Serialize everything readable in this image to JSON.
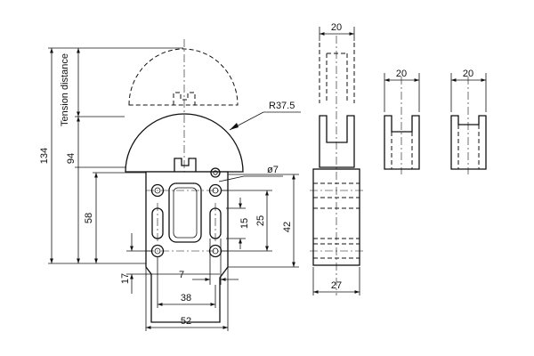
{
  "diagram": {
    "labels": {
      "tension_distance": "Tension distance",
      "radius": "R37.5",
      "hole_diameter": "ø7"
    },
    "dimensions": {
      "overall_height": "134",
      "height_94": "94",
      "height_58": "58",
      "dim_17": "17",
      "dim_7": "7",
      "width_38": "38",
      "width_52": "52",
      "slot_15": "15",
      "dim_25": "25",
      "dim_42": "42",
      "side_width_20": "20",
      "side_width_27": "27",
      "view2_width_20": "20",
      "view3_width_20": "20"
    }
  }
}
